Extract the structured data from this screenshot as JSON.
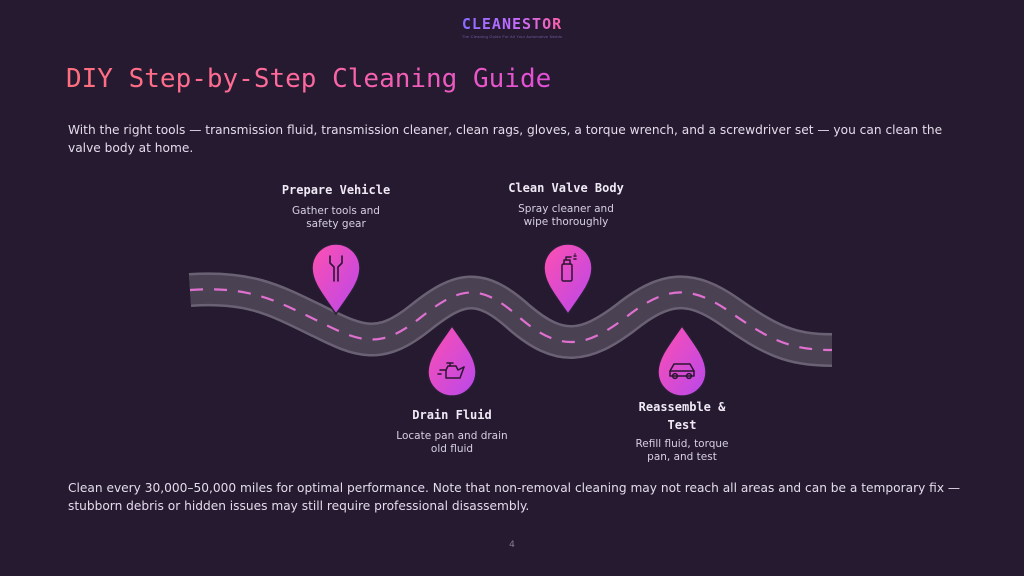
{
  "brand": {
    "logo": "CLEANESTOR",
    "tagline": "The Cleaning Guide For All Your Automotive Needs"
  },
  "title": "DIY Step-by-Step Cleaning Guide",
  "intro": "With the right tools — transmission fluid, transmission cleaner, clean rags, gloves, a torque wrench, and a screwdriver set — you can clean the valve body at home.",
  "steps": [
    {
      "title": "Prepare Vehicle",
      "desc_line1": "Gather tools and",
      "desc_line2": "safety gear",
      "icon": "wrench-icon"
    },
    {
      "title": "Drain Fluid",
      "desc_line1": "Locate pan and drain",
      "desc_line2": "old fluid",
      "icon": "oil-can-icon"
    },
    {
      "title": "Clean Valve Body",
      "desc_line1": "Spray cleaner and",
      "desc_line2": "wipe thoroughly",
      "icon": "spray-can-icon"
    },
    {
      "title_line1": "Reassemble &",
      "title_line2": "Test",
      "desc_line1": "Refill fluid, torque",
      "desc_line2": "pan, and test",
      "icon": "car-icon"
    }
  ],
  "outro": "Clean every 30,000–50,000 miles for optimal performance. Note that non-removal cleaning may not reach all areas and can be a temporary fix — stubborn debris or hidden issues may still require professional disassembly.",
  "page_number": "4",
  "colors": {
    "background": "#251a30",
    "road": "#4a4252",
    "road_edge": "#6a6274",
    "lane_dash": "#e070d0",
    "pin_gradient_start": "#ff4fb0",
    "pin_gradient_end": "#c04ae8"
  }
}
